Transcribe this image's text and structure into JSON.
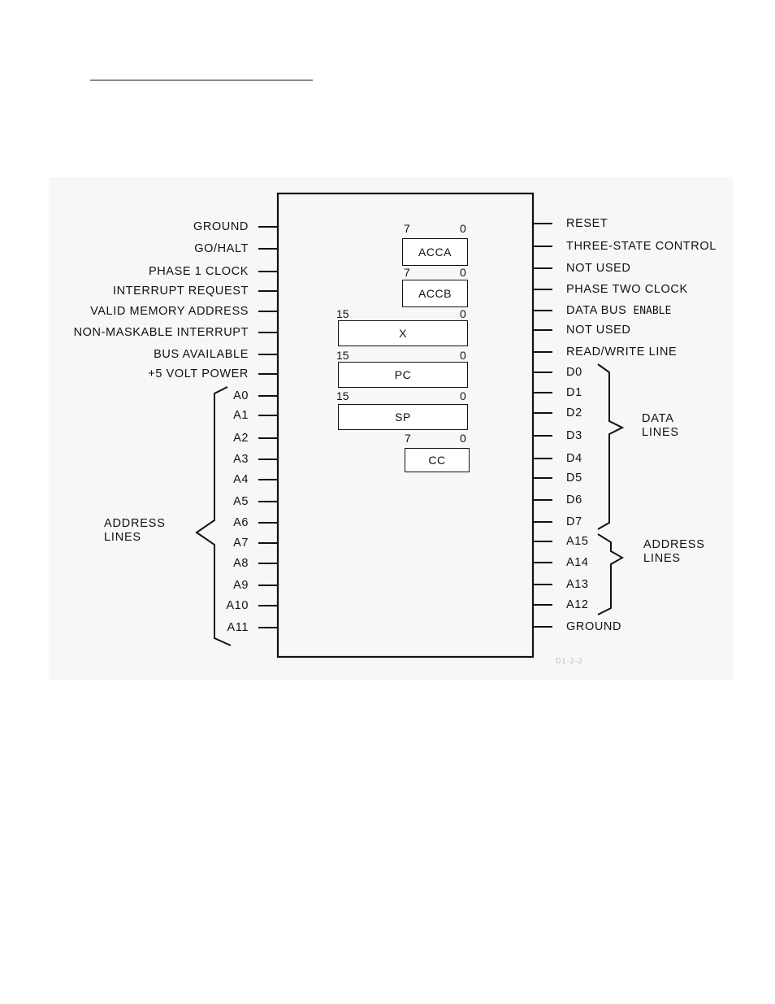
{
  "header": {
    "title": ""
  },
  "left_pins": [
    "GROUND",
    "GO/HALT",
    "PHASE 1 CLOCK",
    "INTERRUPT REQUEST",
    "VALID MEMORY ADDRESS",
    "NON-MASKABLE INTERRUPT",
    "BUS AVAILABLE",
    "+5 VOLT POWER",
    "A0",
    "A1",
    "A2",
    "A3",
    "A4",
    "A5",
    "A6",
    "A7",
    "A8",
    "A9",
    "A10",
    "A11"
  ],
  "right_pins": [
    "RESET",
    "THREE-STATE CONTROL",
    "NOT USED",
    "PHASE TWO CLOCK",
    "DATA BUS",
    "NOT USED",
    "READ/WRITE LINE",
    "D0",
    "D1",
    "D2",
    "D3",
    "D4",
    "D5",
    "D6",
    "D7",
    "A15",
    "A14",
    "A13",
    "A12",
    "GROUND"
  ],
  "right_pin_suffix": {
    "index": 4,
    "text": "ENABLE"
  },
  "registers": [
    {
      "name": "ACCA",
      "hi": "7",
      "lo": "0"
    },
    {
      "name": "ACCB",
      "hi": "7",
      "lo": "0"
    },
    {
      "name": "X",
      "hi": "15",
      "lo": "0"
    },
    {
      "name": "PC",
      "hi": "15",
      "lo": "0"
    },
    {
      "name": "SP",
      "hi": "15",
      "lo": "0"
    },
    {
      "name": "CC",
      "hi": "7",
      "lo": "0"
    }
  ],
  "groups": {
    "left_address": [
      "ADDRESS",
      "LINES"
    ],
    "right_data": [
      "DATA",
      "LINES"
    ],
    "right_address": [
      "ADDRESS",
      "LINES"
    ]
  },
  "figure_id": "D1-2-2",
  "colors": {
    "ink": "#111111",
    "figure_background": "#f7f7f7",
    "page": "#ffffff"
  }
}
